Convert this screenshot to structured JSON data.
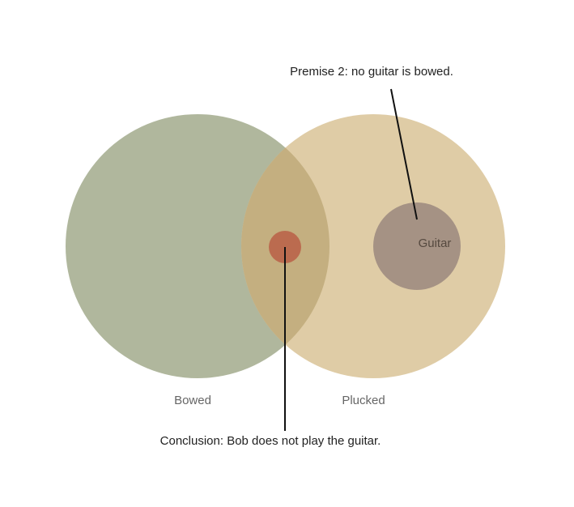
{
  "diagram": {
    "sets": {
      "bowed": {
        "label": "Bowed",
        "color": "#b0b79d"
      },
      "plucked": {
        "label": "Plucked",
        "color": "#dfcca6"
      },
      "overlap_color": "#c4af80"
    },
    "subset": {
      "label": "Guitar",
      "color": "#a59284"
    },
    "bob_marker": {
      "color": "#bb6b4f"
    },
    "annotations": {
      "premise": "Premise 2: no guitar is bowed.",
      "conclusion": "Conclusion: Bob does not play the guitar."
    }
  }
}
